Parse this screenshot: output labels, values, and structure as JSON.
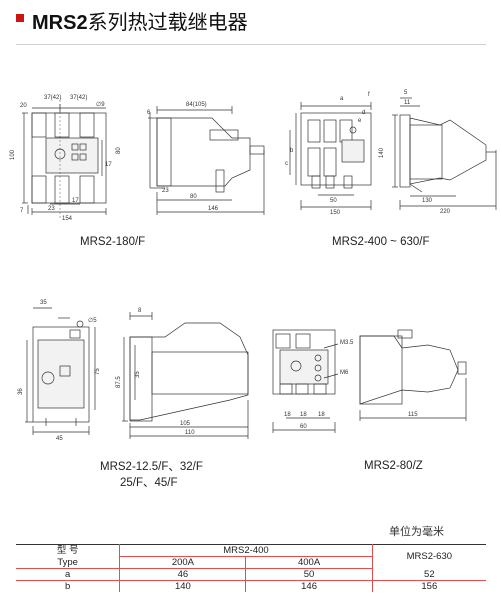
{
  "header": {
    "title_bold": "MRS2",
    "title_rest": "系列热过载继电器"
  },
  "captions": {
    "c1": "MRS2-180/F",
    "c2": "MRS2-400 ~ 630/F",
    "c3_line1": "MRS2-12.5/F、32/F",
    "c3_line2": "25/F、45/F",
    "c4": "MRS2-80/Z"
  },
  "dims": {
    "d_37a": "37(42)",
    "d_37b": "37(42)",
    "d_phi9": "∅9",
    "d_20": "20",
    "d_100": "100",
    "d_80": "80",
    "d_17a": "17",
    "d_17b": "17",
    "d_23a": "23",
    "d_154": "154",
    "d_7": "7",
    "d_84": "84(105)",
    "d_6": "6",
    "d_23b": "23",
    "d_80b": "80",
    "d_146": "146",
    "d_a": "a",
    "d_b": "b",
    "d_c": "c",
    "d_d": "d",
    "d_e": "e",
    "d_f": "f",
    "d_150": "150",
    "d_140": "140",
    "d_50": "50",
    "d_130": "130",
    "d_220": "220",
    "d_5": "5",
    "d_11": "11",
    "d_35": "35",
    "d_phi5": "∅5",
    "d_36": "36",
    "d_75": "75",
    "d_45": "45",
    "d_8": "8",
    "d_35b": "35",
    "d_87": "87.5",
    "d_105": "105",
    "d_110": "110",
    "d_m35": "M3.5",
    "d_m6": "M6",
    "d_18a": "18",
    "d_18b": "18",
    "d_18c": "18",
    "d_60": "60",
    "d_115": "115"
  },
  "unit_note": "单位为毫米",
  "table": {
    "h_model": "型 号",
    "h_type": "Type",
    "h_400": "MRS2-400",
    "h_630": "MRS2-630",
    "h_200a": "200A",
    "h_400a": "400A",
    "rows": [
      {
        "label": "a",
        "v1": "46",
        "v2": "50",
        "v3": "52"
      },
      {
        "label": "b",
        "v1": "140",
        "v2": "146",
        "v3": "156"
      }
    ]
  }
}
